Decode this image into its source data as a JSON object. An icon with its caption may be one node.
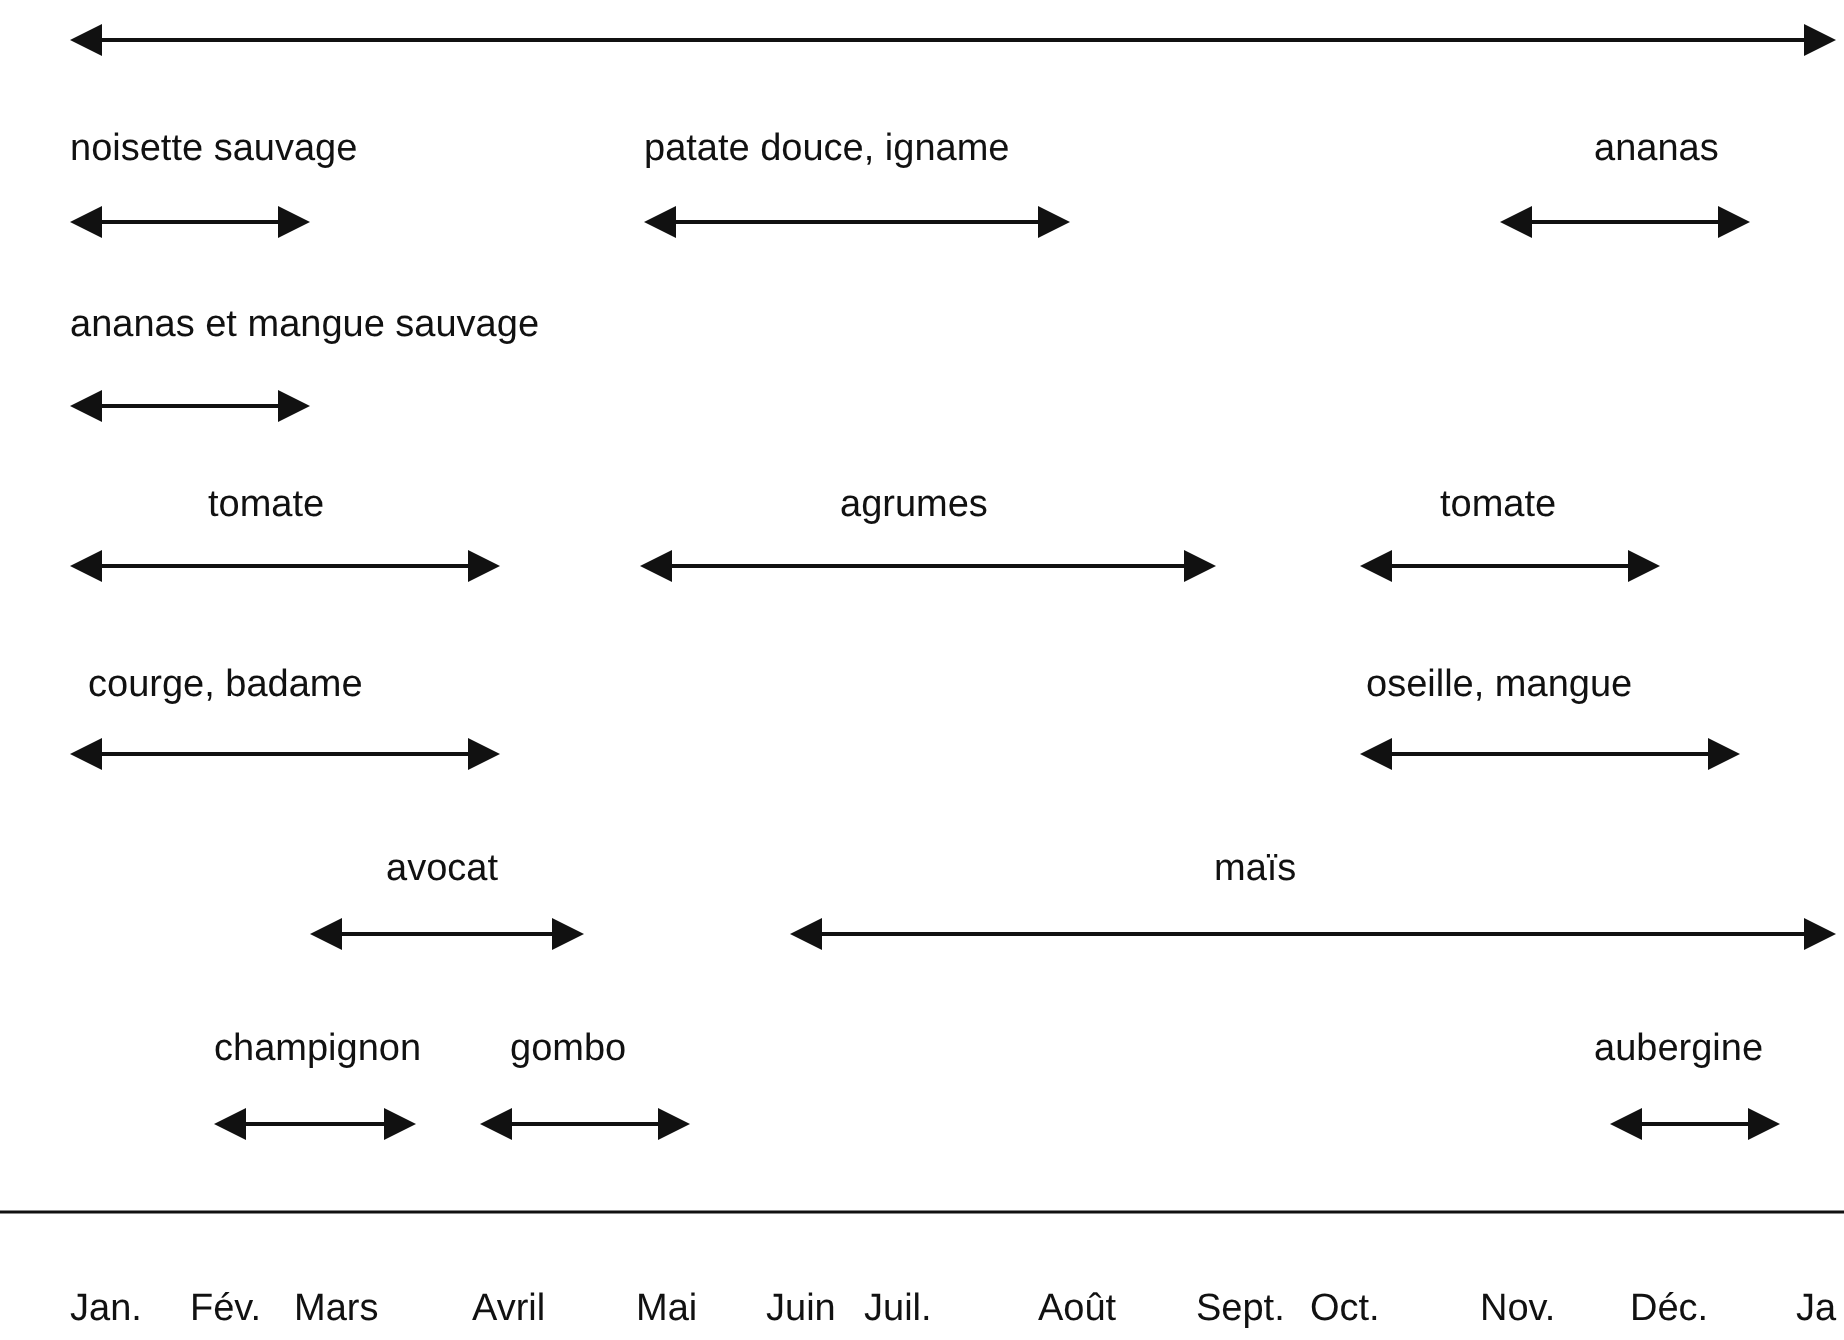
{
  "diagram": {
    "labels": [
      "noisette sauvage",
      "patate douce, igname",
      "ananas",
      "ananas et mangue sauvage",
      "tomate",
      "agrumes",
      "tomate",
      "courge, badame",
      "oseille, mangue",
      "avocat",
      "maïs",
      "champignon",
      "gombo",
      "aubergine",
      "Jan.",
      "Fév.",
      "Mars",
      "Avril",
      "Mai",
      "Juin",
      "Juil.",
      "Août",
      "Sept.",
      "Oct.",
      "Nov.",
      "Déc.",
      "Ja"
    ]
  }
}
